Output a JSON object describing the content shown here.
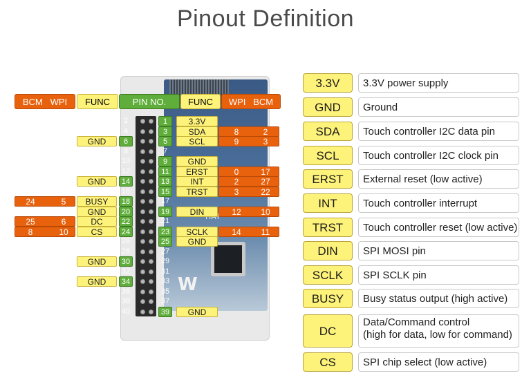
{
  "title": "Pinout Definition",
  "headers": {
    "left_bcm": "BCM",
    "left_wpi": "WPI",
    "left_func": "FUNC",
    "pin_no": "PIN NO.",
    "right_func": "FUNC",
    "right_wpi": "WPI",
    "right_bcm": "BCM"
  },
  "board_text": {
    "logo": "W",
    "hat": "HAT"
  },
  "pins_odd": [
    {
      "pin": "1",
      "func": "3.3V",
      "wpi": "",
      "bcm": "",
      "active": true
    },
    {
      "pin": "3",
      "func": "SDA",
      "wpi": "8",
      "bcm": "2",
      "active": true
    },
    {
      "pin": "5",
      "func": "SCL",
      "wpi": "9",
      "bcm": "3",
      "active": true
    },
    {
      "pin": "7",
      "func": "",
      "wpi": "",
      "bcm": "",
      "active": false
    },
    {
      "pin": "9",
      "func": "GND",
      "wpi": "",
      "bcm": "",
      "active": true
    },
    {
      "pin": "11",
      "func": "ERST",
      "wpi": "0",
      "bcm": "17",
      "active": true
    },
    {
      "pin": "13",
      "func": "INT",
      "wpi": "2",
      "bcm": "27",
      "active": true
    },
    {
      "pin": "15",
      "func": "TRST",
      "wpi": "3",
      "bcm": "22",
      "active": true
    },
    {
      "pin": "17",
      "func": "",
      "wpi": "",
      "bcm": "",
      "active": false
    },
    {
      "pin": "19",
      "func": "DIN",
      "wpi": "12",
      "bcm": "10",
      "active": true
    },
    {
      "pin": "21",
      "func": "",
      "wpi": "",
      "bcm": "",
      "active": false
    },
    {
      "pin": "23",
      "func": "SCLK",
      "wpi": "14",
      "bcm": "11",
      "active": true
    },
    {
      "pin": "25",
      "func": "GND",
      "wpi": "",
      "bcm": "",
      "active": true
    },
    {
      "pin": "27",
      "func": "",
      "wpi": "",
      "bcm": "",
      "active": false
    },
    {
      "pin": "29",
      "func": "",
      "wpi": "",
      "bcm": "",
      "active": false
    },
    {
      "pin": "31",
      "func": "",
      "wpi": "",
      "bcm": "",
      "active": false
    },
    {
      "pin": "33",
      "func": "",
      "wpi": "",
      "bcm": "",
      "active": false
    },
    {
      "pin": "35",
      "func": "",
      "wpi": "",
      "bcm": "",
      "active": false
    },
    {
      "pin": "37",
      "func": "",
      "wpi": "",
      "bcm": "",
      "active": false
    },
    {
      "pin": "39",
      "func": "GND",
      "wpi": "",
      "bcm": "",
      "active": true
    }
  ],
  "pins_even": [
    {
      "pin": "2",
      "func": "",
      "wpi": "",
      "bcm": "",
      "active": false
    },
    {
      "pin": "4",
      "func": "",
      "wpi": "",
      "bcm": "",
      "active": false
    },
    {
      "pin": "6",
      "func": "GND",
      "wpi": "",
      "bcm": "",
      "active": true
    },
    {
      "pin": "8",
      "func": "",
      "wpi": "",
      "bcm": "",
      "active": false
    },
    {
      "pin": "10",
      "func": "",
      "wpi": "",
      "bcm": "",
      "active": false
    },
    {
      "pin": "12",
      "func": "",
      "wpi": "",
      "bcm": "",
      "active": false
    },
    {
      "pin": "14",
      "func": "GND",
      "wpi": "",
      "bcm": "",
      "active": true
    },
    {
      "pin": "16",
      "func": "",
      "wpi": "",
      "bcm": "",
      "active": false
    },
    {
      "pin": "18",
      "func": "BUSY",
      "wpi": "5",
      "bcm": "24",
      "active": true
    },
    {
      "pin": "20",
      "func": "GND",
      "wpi": "",
      "bcm": "",
      "active": true
    },
    {
      "pin": "22",
      "func": "DC",
      "wpi": "6",
      "bcm": "25",
      "active": true
    },
    {
      "pin": "24",
      "func": "CS",
      "wpi": "10",
      "bcm": "8",
      "active": true
    },
    {
      "pin": "26",
      "func": "",
      "wpi": "",
      "bcm": "",
      "active": false
    },
    {
      "pin": "28",
      "func": "",
      "wpi": "",
      "bcm": "",
      "active": false
    },
    {
      "pin": "30",
      "func": "GND",
      "wpi": "",
      "bcm": "",
      "active": true
    },
    {
      "pin": "32",
      "func": "",
      "wpi": "",
      "bcm": "",
      "active": false
    },
    {
      "pin": "34",
      "func": "GND",
      "wpi": "",
      "bcm": "",
      "active": true
    },
    {
      "pin": "36",
      "func": "",
      "wpi": "",
      "bcm": "",
      "active": false
    },
    {
      "pin": "38",
      "func": "",
      "wpi": "",
      "bcm": "",
      "active": false
    },
    {
      "pin": "40",
      "func": "",
      "wpi": "",
      "bcm": "",
      "active": false
    }
  ],
  "legend": [
    {
      "key": "3.3V",
      "desc": "3.3V power supply"
    },
    {
      "key": "GND",
      "desc": "Ground"
    },
    {
      "key": "SDA",
      "desc": "Touch controller I2C data pin"
    },
    {
      "key": "SCL",
      "desc": "Touch controller I2C clock pin"
    },
    {
      "key": "ERST",
      "desc": "External reset (low active)"
    },
    {
      "key": "INT",
      "desc": "Touch controller interrupt"
    },
    {
      "key": "TRST",
      "desc": "Touch controller reset (low active)"
    },
    {
      "key": "DIN",
      "desc": "SPI MOSI pin"
    },
    {
      "key": "SCLK",
      "desc": "SPI SCLK pin"
    },
    {
      "key": "BUSY",
      "desc": "Busy status output (high active)"
    },
    {
      "key": "DC",
      "desc": "Data/Command control",
      "desc2": "(high for data, low for command)"
    },
    {
      "key": "CS",
      "desc": "SPI chip select (low active)"
    }
  ],
  "colors": {
    "func_label": "#fdf27a",
    "pin_active": "#5fae3b",
    "gpio_number": "#e8620e",
    "title": "#4a4a4a"
  }
}
